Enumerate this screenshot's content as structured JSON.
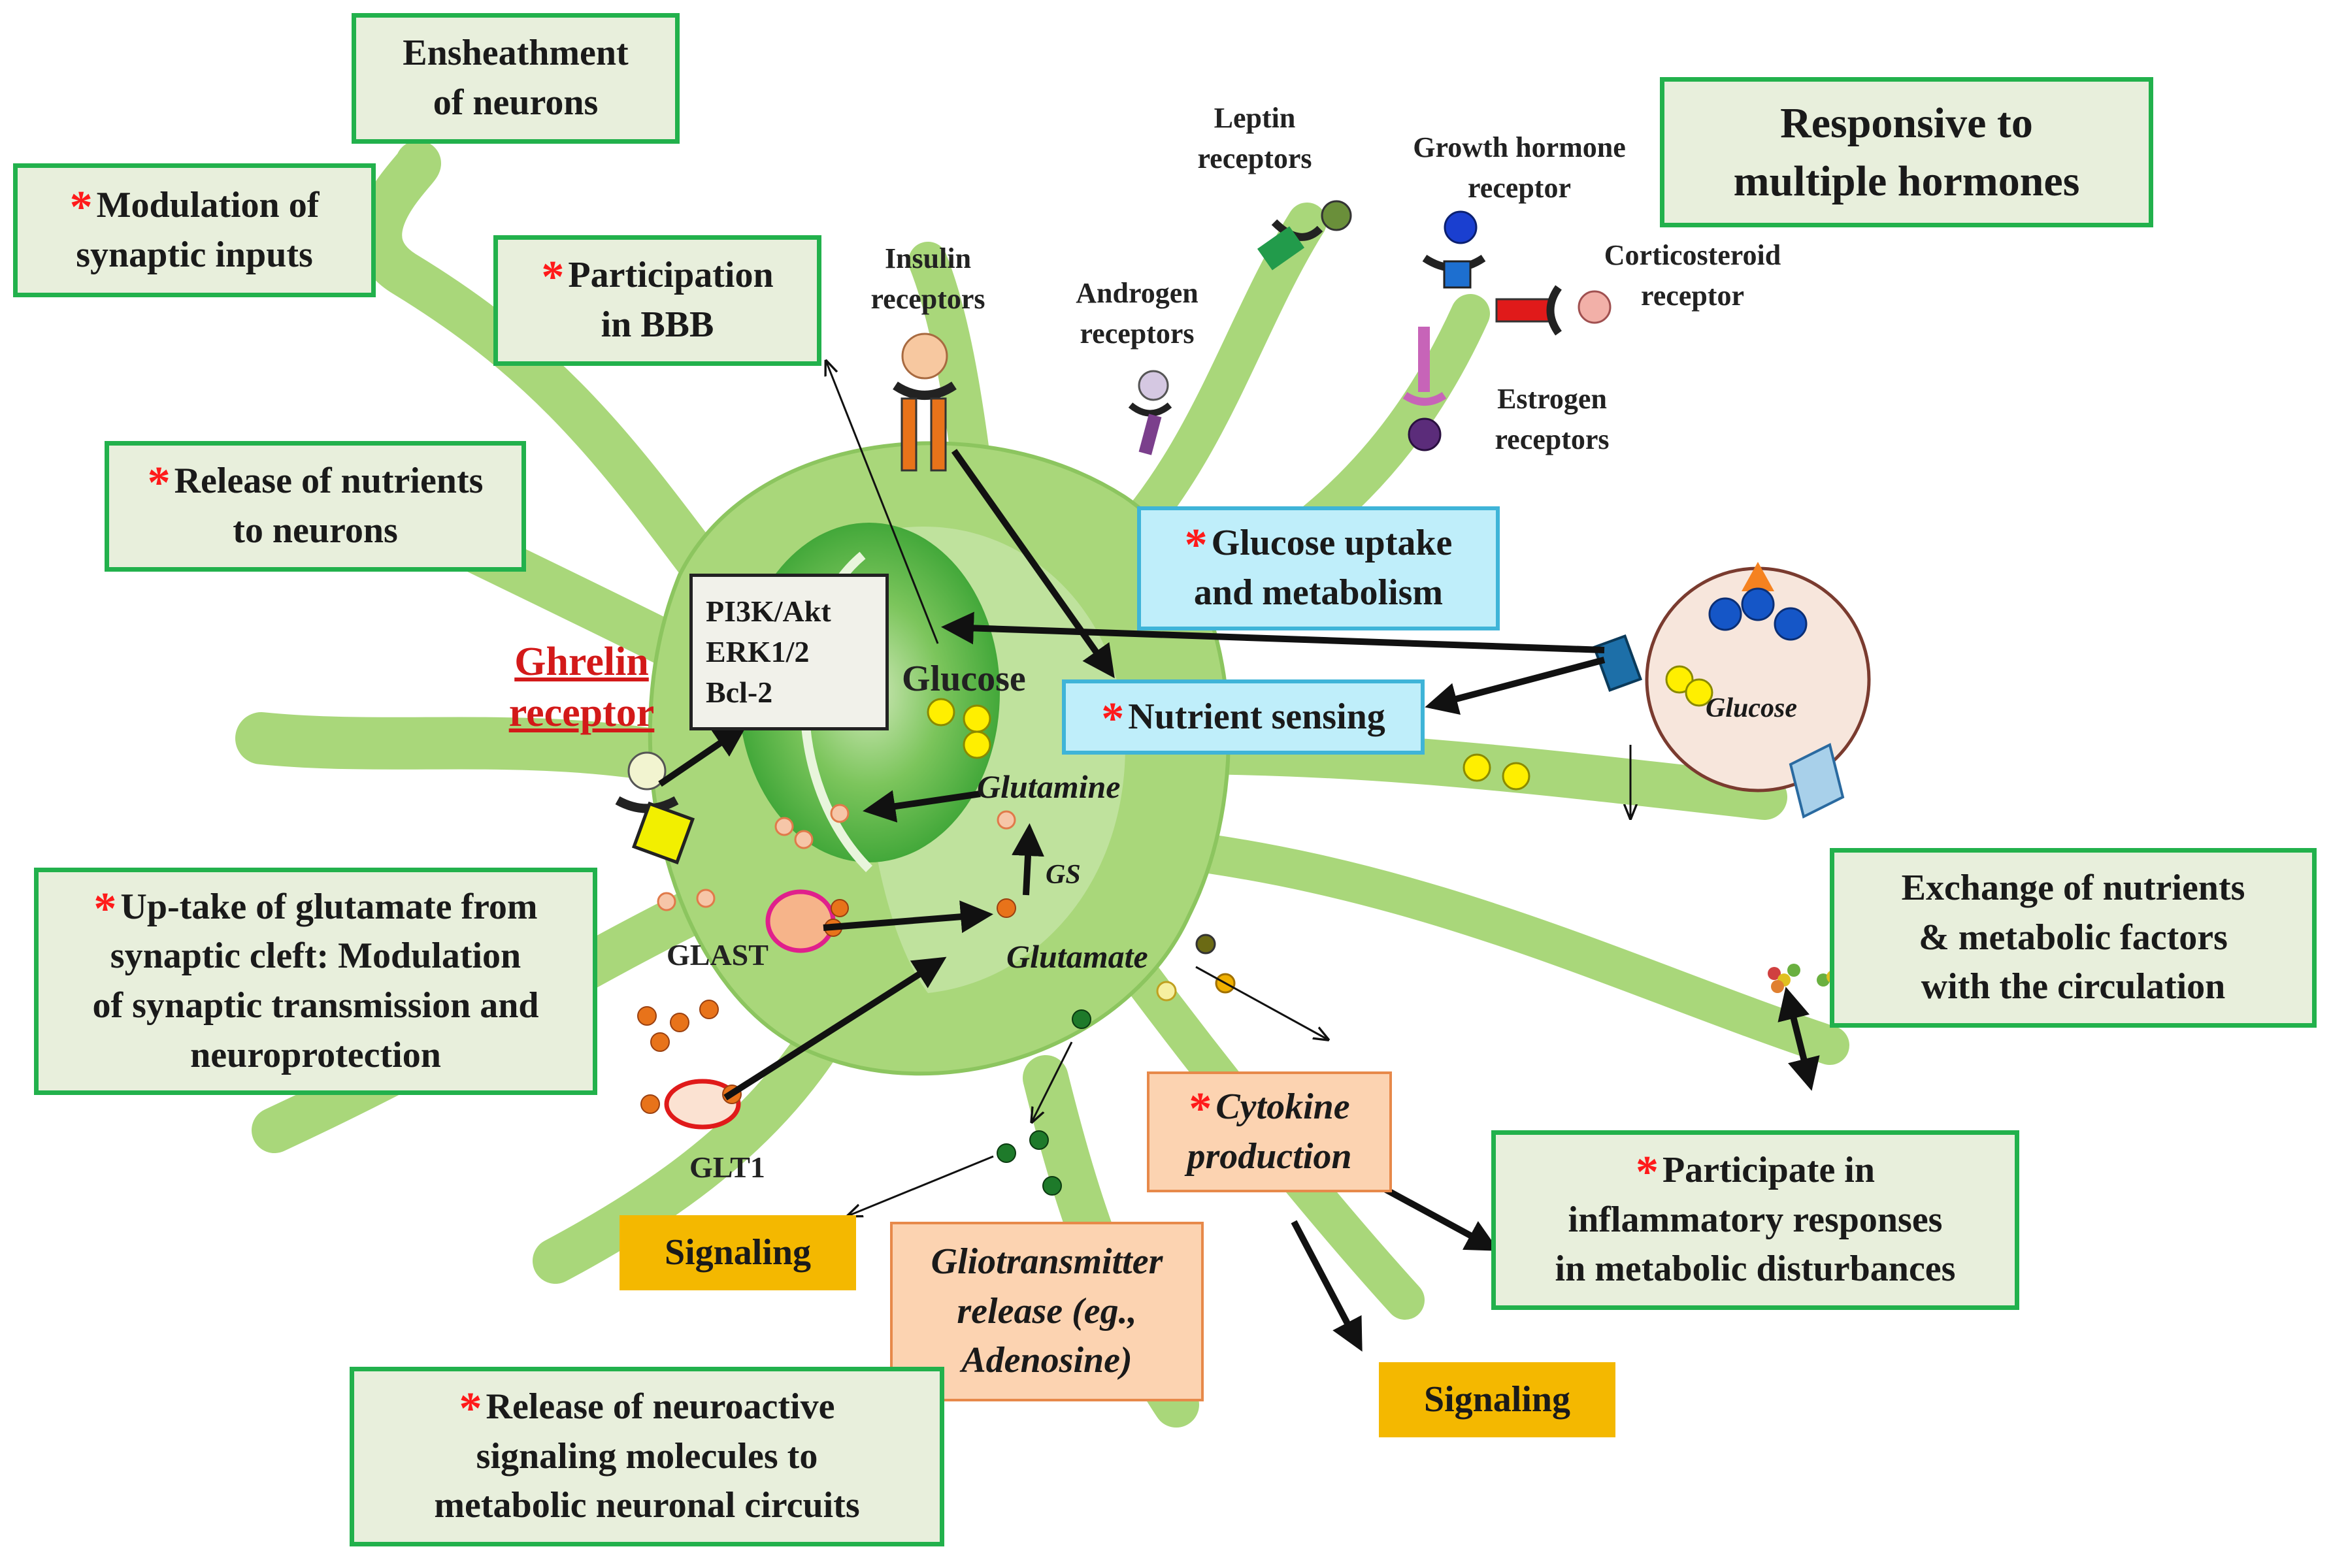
{
  "boxes": {
    "ensheathment": "Ensheathment of neurons",
    "modulation": "Modulation of synaptic inputs",
    "participation_line1": "Participation",
    "participation_line2": "in BBB",
    "release_nutrients_line1": "Release of nutrients",
    "release_nutrients_line2": "to neurons",
    "responsive_line1": "Responsive to",
    "responsive_line2": "multiple hormones",
    "glucose_uptake_line1": "Glucose uptake",
    "glucose_uptake_line2": "and metabolism",
    "nutrient_sensing": "Nutrient sensing",
    "uptake_glutamate_line1": "Up-take of glutamate from",
    "uptake_glutamate_line2": "synaptic cleft: Modulation",
    "uptake_glutamate_line3": "of synaptic transmission and",
    "uptake_glutamate_line4": "neuroprotection",
    "exchange_line1": "Exchange of nutrients",
    "exchange_line2": "& metabolic factors",
    "exchange_line3": "with the circulation",
    "cytokine_line1": "Cytokine",
    "cytokine_line2": "production",
    "inflammatory_line1": "Participate in",
    "inflammatory_line2": "inflammatory responses",
    "inflammatory_line3": "in metabolic disturbances",
    "signaling_left": "Signaling",
    "signaling_right": "Signaling",
    "gliotransmitter_line1": "Gliotransmitter",
    "gliotransmitter_line2": "release (eg.,",
    "gliotransmitter_line3": "Adenosine)",
    "neuroactive_line1": "Release of neuroactive",
    "neuroactive_line2": "signaling molecules to",
    "neuroactive_line3": "metabolic neuronal circuits",
    "pathway_line1": "PI3K/Akt",
    "pathway_line2": "ERK1/2",
    "pathway_line3": "Bcl-2"
  },
  "asterisk": "*",
  "labels": {
    "ghrelin_line1": "Ghrelin",
    "ghrelin_line2": "receptor",
    "insulin": "Insulin receptors",
    "androgen": "Androgen receptors",
    "leptin": "Leptin receptors",
    "growth_hormone": "Growth hormone receptor",
    "corticosteroid": "Corticosteroid receptor",
    "estrogen": "Estrogen receptors",
    "glucose_cell": "Glucose",
    "glutamine": "Glutamine",
    "gs": "GS",
    "glutamate": "Glutamate",
    "glast": "GLAST",
    "glt1": "GLT1",
    "glucose_vessel": "Glucose"
  },
  "colors": {
    "astrocyte_body": "#a9d77a",
    "astrocyte_edge": "#8cc55f",
    "nucleus": "#5bbd4a",
    "box_border_green": "#22b14c",
    "box_fill_green": "#e8efdc",
    "blue_box_fill": "#bfeefa",
    "orange_box_fill": "#fcd3b1",
    "signaling_fill": "#f4b800",
    "asterisk_red": "#ff1a1a",
    "ghrelin_red": "#d31919"
  }
}
